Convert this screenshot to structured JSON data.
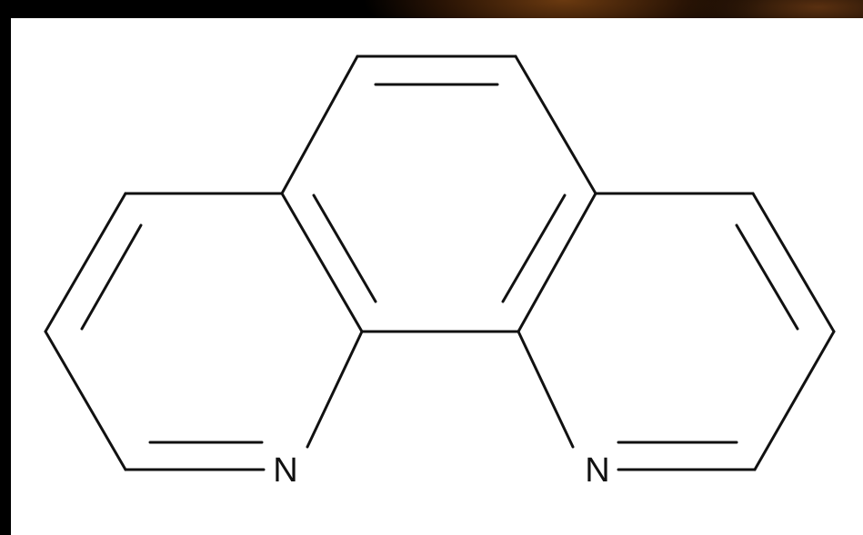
{
  "molecule": {
    "atoms": [
      {
        "id": "n1",
        "element": "N",
        "label": "N"
      },
      {
        "id": "n2",
        "element": "N",
        "label": "N"
      }
    ],
    "colors": {
      "background": "#ffffff",
      "bond": "#111111",
      "frame": "#000000"
    }
  }
}
